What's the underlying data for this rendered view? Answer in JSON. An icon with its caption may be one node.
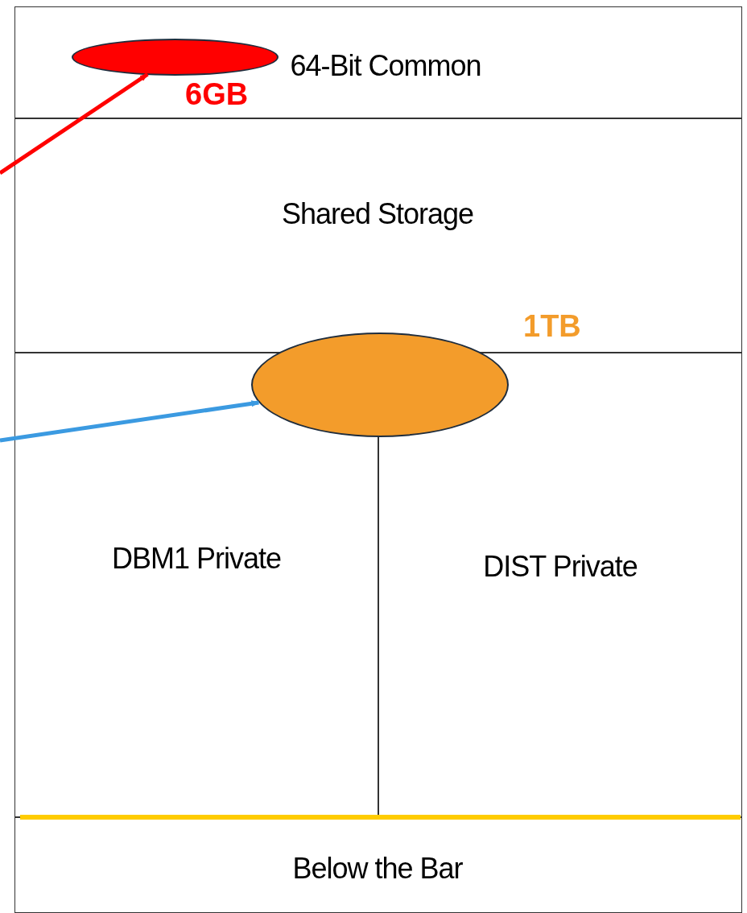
{
  "diagram": {
    "nodes": [
      {
        "text": [
          "64-Bit Common"
        ]
      },
      {
        "text": [],
        "shape": "ellipse",
        "in": 0,
        "beside": [
          "6GB"
        ]
      },
      {
        "text": [
          "Shared Storage"
        ]
      },
      {
        "text": [],
        "shape": "ellipse",
        "beside": [
          "1TB"
        ]
      },
      {
        "text": [
          "DBM1 Private"
        ]
      },
      {
        "text": [
          "DIST Private"
        ]
      },
      {
        "text": [
          "Below the Bar"
        ]
      }
    ],
    "edges": [
      {
        "from": null,
        "to": 1,
        "arrow": "to",
        "color": "#ff0000"
      },
      {
        "from": null,
        "to": 3,
        "arrow": "to",
        "color": "#3b9ae1"
      }
    ]
  }
}
